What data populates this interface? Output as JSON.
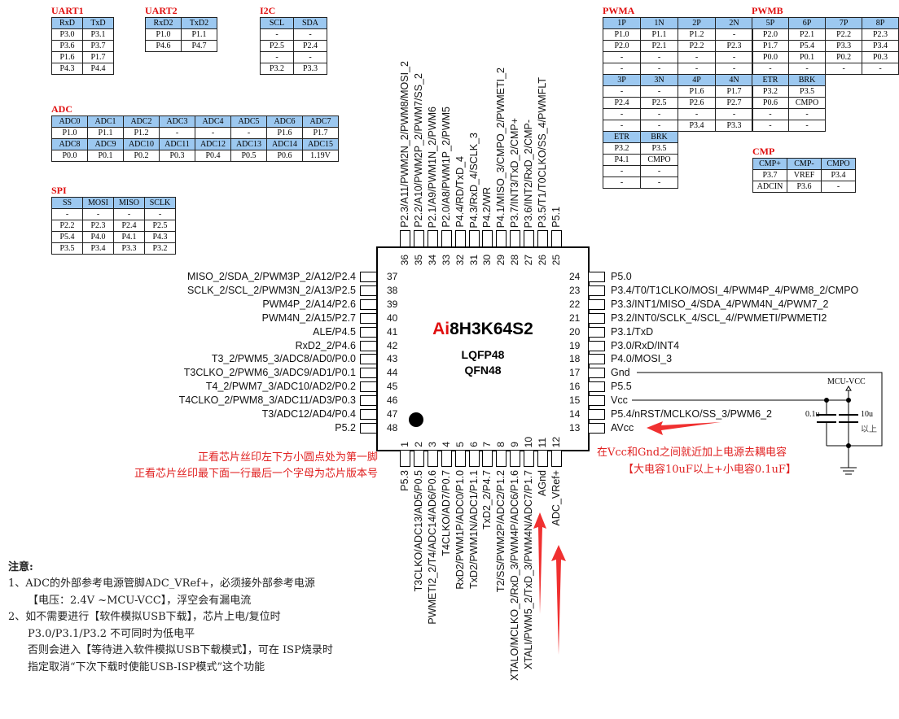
{
  "tables": [
    {
      "id": "uart1",
      "title": "UART1",
      "rows": [
        {
          "h": 1,
          "c": [
            "RxD",
            "TxD"
          ]
        },
        {
          "h": 0,
          "c": [
            "P3.0",
            "P3.1"
          ]
        },
        {
          "h": 0,
          "c": [
            "P3.6",
            "P3.7"
          ]
        },
        {
          "h": 0,
          "c": [
            "P1.6",
            "P1.7"
          ]
        },
        {
          "h": 0,
          "c": [
            "P4.3",
            "P4.4"
          ]
        }
      ]
    },
    {
      "id": "uart2",
      "title": "UART2",
      "rows": [
        {
          "h": 1,
          "c": [
            "RxD2",
            "TxD2"
          ]
        },
        {
          "h": 0,
          "c": [
            "P1.0",
            "P1.1"
          ]
        },
        {
          "h": 0,
          "c": [
            "P4.6",
            "P4.7"
          ]
        }
      ]
    },
    {
      "id": "i2c",
      "title": "I2C",
      "rows": [
        {
          "h": 1,
          "c": [
            "SCL",
            "SDA"
          ]
        },
        {
          "h": 0,
          "c": [
            "-",
            "-"
          ]
        },
        {
          "h": 0,
          "c": [
            "P2.5",
            "P2.4"
          ]
        },
        {
          "h": 0,
          "c": [
            "-",
            "-"
          ]
        },
        {
          "h": 0,
          "c": [
            "P3.2",
            "P3.3"
          ]
        }
      ]
    },
    {
      "id": "adc",
      "title": "ADC",
      "rows": [
        {
          "h": 1,
          "c": [
            "ADC0",
            "ADC1",
            "ADC2",
            "ADC3",
            "ADC4",
            "ADC5",
            "ADC6",
            "ADC7"
          ]
        },
        {
          "h": 0,
          "c": [
            "P1.0",
            "P1.1",
            "P1.2",
            "-",
            "-",
            "-",
            "P1.6",
            "P1.7"
          ]
        },
        {
          "h": 1,
          "c": [
            "ADC8",
            "ADC9",
            "ADC10",
            "ADC11",
            "ADC12",
            "ADC13",
            "ADC14",
            "ADC15"
          ]
        },
        {
          "h": 0,
          "c": [
            "P0.0",
            "P0.1",
            "P0.2",
            "P0.3",
            "P0.4",
            "P0.5",
            "P0.6",
            "1.19V"
          ]
        }
      ]
    },
    {
      "id": "spi",
      "title": "SPI",
      "rows": [
        {
          "h": 1,
          "c": [
            "SS",
            "MOSI",
            "MISO",
            "SCLK"
          ]
        },
        {
          "h": 0,
          "c": [
            "-",
            "-",
            "-",
            "-"
          ]
        },
        {
          "h": 0,
          "c": [
            "P2.2",
            "P2.3",
            "P2.4",
            "P2.5"
          ]
        },
        {
          "h": 0,
          "c": [
            "P5.4",
            "P4.0",
            "P4.1",
            "P4.3"
          ]
        },
        {
          "h": 0,
          "c": [
            "P3.5",
            "P3.4",
            "P3.3",
            "P3.2"
          ]
        }
      ]
    },
    {
      "id": "pwma",
      "title": "PWMA",
      "rows": [
        {
          "h": 1,
          "c": [
            "1P",
            "1N",
            "2P",
            "2N"
          ]
        },
        {
          "h": 0,
          "c": [
            "P1.0",
            "P1.1",
            "P1.2",
            "-"
          ]
        },
        {
          "h": 0,
          "c": [
            "P2.0",
            "P2.1",
            "P2.2",
            "P2.3"
          ]
        },
        {
          "h": 0,
          "c": [
            "-",
            "-",
            "-",
            "-"
          ]
        },
        {
          "h": 0,
          "c": [
            "-",
            "-",
            "-",
            "-"
          ]
        },
        {
          "h": 1,
          "c": [
            "3P",
            "3N",
            "4P",
            "4N"
          ]
        },
        {
          "h": 0,
          "c": [
            "-",
            "-",
            "P1.6",
            "P1.7"
          ]
        },
        {
          "h": 0,
          "c": [
            "P2.4",
            "P2.5",
            "P2.6",
            "P2.7"
          ]
        },
        {
          "h": 0,
          "c": [
            "-",
            "-",
            "-",
            "-"
          ]
        },
        {
          "h": 0,
          "c": [
            "-",
            "-",
            "P3.4",
            "P3.3"
          ]
        },
        {
          "h": 1,
          "c": [
            "ETR",
            "BRK"
          ]
        },
        {
          "h": 0,
          "c": [
            "P3.2",
            "P3.5"
          ]
        },
        {
          "h": 0,
          "c": [
            "P4.1",
            "CMPO"
          ]
        },
        {
          "h": 0,
          "c": [
            "-",
            "-"
          ]
        },
        {
          "h": 0,
          "c": [
            "-",
            "-"
          ]
        }
      ]
    },
    {
      "id": "pwmb",
      "title": "PWMB",
      "rows": [
        {
          "h": 1,
          "c": [
            "5P",
            "6P",
            "7P",
            "8P"
          ]
        },
        {
          "h": 0,
          "c": [
            "P2.0",
            "P2.1",
            "P2.2",
            "P2.3"
          ]
        },
        {
          "h": 0,
          "c": [
            "P1.7",
            "P5.4",
            "P3.3",
            "P3.4"
          ]
        },
        {
          "h": 0,
          "c": [
            "P0.0",
            "P0.1",
            "P0.2",
            "P0.3"
          ]
        },
        {
          "h": 0,
          "c": [
            "-",
            "-",
            "-",
            "-"
          ]
        },
        {
          "h": 1,
          "c": [
            "ETR",
            "BRK"
          ]
        },
        {
          "h": 0,
          "c": [
            "P3.2",
            "P3.5"
          ]
        },
        {
          "h": 0,
          "c": [
            "P0.6",
            "CMPO"
          ]
        },
        {
          "h": 0,
          "c": [
            "-",
            "-"
          ]
        },
        {
          "h": 0,
          "c": [
            "-",
            "-"
          ]
        }
      ]
    },
    {
      "id": "cmp",
      "title": "CMP",
      "rows": [
        {
          "h": 1,
          "c": [
            "CMP+",
            "CMP-",
            "CMPO"
          ]
        },
        {
          "h": 0,
          "c": [
            "P3.7",
            "VREF",
            "P3.4"
          ]
        },
        {
          "h": 0,
          "c": [
            "ADCIN",
            "P3.6",
            "-"
          ]
        }
      ]
    }
  ],
  "chip": {
    "brand": "Ai",
    "model": "8H3K64S2",
    "package1": "LQFP48",
    "package2": "QFN48"
  },
  "pins": {
    "left": [
      [
        "37",
        "MISO_2/SDA_2/PWM3P_2/A12/P2.4"
      ],
      [
        "38",
        "SCLK_2/SCL_2/PWM3N_2/A13/P2.5"
      ],
      [
        "39",
        "PWM4P_2/A14/P2.6"
      ],
      [
        "40",
        "PWM4N_2/A15/P2.7"
      ],
      [
        "41",
        "ALE/P4.5"
      ],
      [
        "42",
        "RxD2_2/P4.6"
      ],
      [
        "43",
        "T3_2/PWM5_3/ADC8/AD0/P0.0"
      ],
      [
        "44",
        "T3CLKO_2/PWM6_3/ADC9/AD1/P0.1"
      ],
      [
        "45",
        "T4_2/PWM7_3/ADC10/AD2/P0.2"
      ],
      [
        "46",
        "T4CLKO_2/PWM8_3/ADC11/AD3/P0.3"
      ],
      [
        "47",
        "T3/ADC12/AD4/P0.4"
      ],
      [
        "48",
        "P5.2"
      ]
    ],
    "right": [
      [
        "24",
        "P5.0"
      ],
      [
        "23",
        "P3.4/T0/T1CLKO/MOSI_4/PWM4P_4/PWM8_2/CMPO"
      ],
      [
        "22",
        "P3.3/INT1/MISO_4/SDA_4/PWM4N_4/PWM7_2"
      ],
      [
        "21",
        "P3.2/INT0/SCLK_4/SCL_4//PWMETI/PWMETI2"
      ],
      [
        "20",
        "P3.1/TxD"
      ],
      [
        "19",
        "P3.0/RxD/INT4"
      ],
      [
        "18",
        "P4.0/MOSI_3"
      ],
      [
        "17",
        "Gnd"
      ],
      [
        "16",
        "P5.5"
      ],
      [
        "15",
        "Vcc"
      ],
      [
        "14",
        "P5.4/nRST/MCLKO/SS_3/PWM6_2"
      ],
      [
        "13",
        "AVcc"
      ]
    ],
    "top": [
      [
        "36",
        "P2.3/A11/PWM2N_2/PWM8/MOSI_2"
      ],
      [
        "35",
        "P2.2/A10/PWM2P_2/PWM7/SS_2"
      ],
      [
        "34",
        "P2.1/A9/PWM1N_2/PWM6"
      ],
      [
        "33",
        "P2.0/A8/PWM1P_2/PWM5"
      ],
      [
        "32",
        "P4.4/RD/TxD_4"
      ],
      [
        "31",
        "P4.3/RxD_4/SCLK_3"
      ],
      [
        "30",
        "P4.2/WR"
      ],
      [
        "29",
        "P4.1/MISO_3/CMPO_2/PWMETI_2"
      ],
      [
        "28",
        "P3.7/INT3/TxD_2/CMP+"
      ],
      [
        "27",
        "P3.6/INT2/RxD_2/CMP-"
      ],
      [
        "26",
        "P3.5/T1/T0CLKO/SS_4/PWMFLT"
      ],
      [
        "25",
        "P5.1"
      ]
    ],
    "bottom": [
      [
        "1",
        "P5.3"
      ],
      [
        "2",
        "T3CLKO/ADC13/AD5/P0.5"
      ],
      [
        "3",
        "PWMETI2_2/T4/ADC14/AD6/P0.6"
      ],
      [
        "4",
        "T4CLKO/AD7/P0.7"
      ],
      [
        "5",
        "RxD2/PWM1P/ADC0/P1.0"
      ],
      [
        "6",
        "TxD2/PWM1N/ADC1/P1.1"
      ],
      [
        "7",
        "TxD2_2/P4.7"
      ],
      [
        "8",
        "T2/SS/PWM2P/ADC2/P1.2"
      ],
      [
        "9",
        "XTALO/MCLKO_2/RxD_3/PWM4P/ADC6/P1.6"
      ],
      [
        "10",
        "XTALI/PWM5_2/TxD_3/PWM4N/ADC7/P1.7"
      ],
      [
        "11",
        "AGnd"
      ],
      [
        "12",
        "ADC_VRef+"
      ]
    ]
  },
  "circuit": {
    "net": "MCU-VCC",
    "cap_small": "0.1u",
    "cap_big": "10u",
    "cap_big_note": "以上"
  },
  "annotations": {
    "pin1_line1": "正看芯片丝印左下方小圆点处为第一脚",
    "pin1_line2": "正看芯片丝印最下面一行最后一个字母为芯片版本号",
    "decoupling_line1": "在Vcc和Gnd之间就近加上电源去耦电容",
    "decoupling_line2": "【大电容10uF以上+小电容0.1uF】"
  },
  "notes": {
    "title": "注意:",
    "lines": [
      "1、ADC的外部参考电源管脚ADC_VRef+，必须接外部参考电源",
      "【电压：2.4V ~MCU-VCC】，浮空会有漏电流",
      "2、如不需要进行【软件模拟USB下载】，芯片上电/复位时",
      "P3.0/P3.1/P3.2 不可同时为低电平",
      "否则会进入【等待进入软件模拟USB下载模式】，可在 ISP烧录时",
      "指定取消“下次下载时使能USB-ISP模式”这个功能"
    ]
  },
  "colors": {
    "accent_red": "#e02020",
    "table_header": "#9cc8f0"
  }
}
